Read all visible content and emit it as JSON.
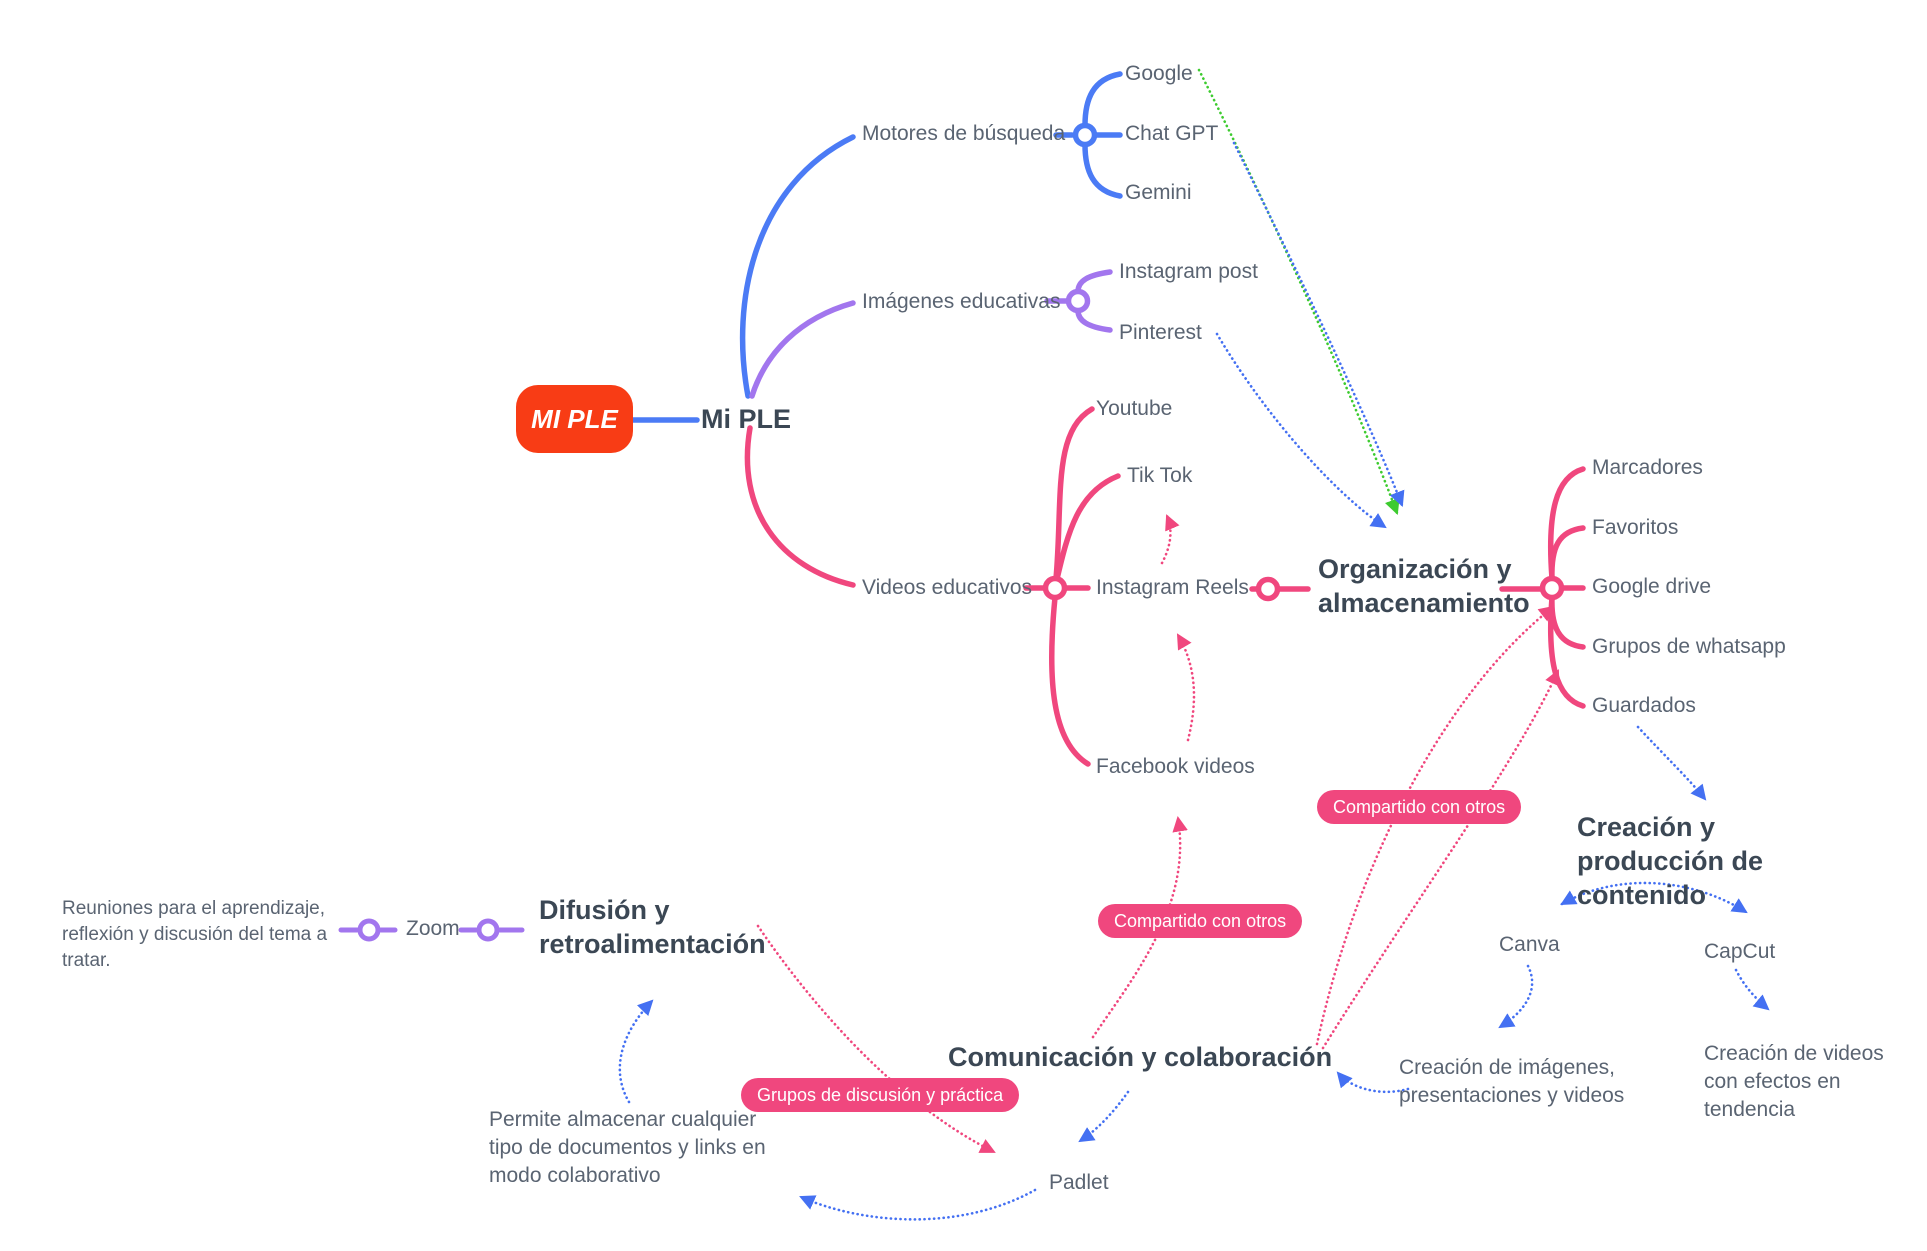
{
  "root": {
    "box_label": "MI PLE",
    "node_label": "Mi PLE"
  },
  "colors": {
    "root_bg": "#f83c15",
    "branch_blue": "#4b7bf5",
    "branch_purple": "#a276ee",
    "branch_pink": "#f0477e",
    "arrow_blue": "#4470f2",
    "arrow_green": "#3dcb2f",
    "heading_text": "#3b4754",
    "label_text": "#5a6472",
    "badge_bg": "#f0477e"
  },
  "nodes": {
    "motores": {
      "label": "Motores de búsqueda"
    },
    "google": {
      "label": "Google"
    },
    "chatgpt": {
      "label": "Chat GPT"
    },
    "gemini": {
      "label": "Gemini"
    },
    "imagenes": {
      "label": "Imágenes educativas"
    },
    "instagram_post": {
      "label": "Instagram post"
    },
    "pinterest": {
      "label": "Pinterest"
    },
    "videos": {
      "label": "Videos educativos"
    },
    "youtube": {
      "label": "Youtube"
    },
    "tiktok": {
      "label": "Tik Tok"
    },
    "instagram_reels": {
      "label": "Instagram Reels"
    },
    "facebook_videos": {
      "label": "Facebook videos"
    },
    "organizacion": {
      "label": "Organización y almacenamiento"
    },
    "marcadores": {
      "label": "Marcadores"
    },
    "favoritos": {
      "label": "Favoritos"
    },
    "google_drive": {
      "label": "Google drive"
    },
    "grupos_whatsapp": {
      "label": "Grupos de whatsapp"
    },
    "guardados": {
      "label": "Guardados"
    },
    "difusion": {
      "label": "Difusión y retroalimentación"
    },
    "zoom": {
      "label": "Zoom"
    },
    "zoom_note": {
      "text": "Reuniones para el aprendizaje, reflexión y discusión del tema a tratar."
    },
    "comunicacion": {
      "label": "Comunicación y colaboración"
    },
    "padlet": {
      "label": "Padlet"
    },
    "padlet_note": {
      "text": "Permite almacenar cualquier tipo de documentos y links en modo colaborativo"
    },
    "creacion": {
      "label": "Creación y producción de contenido"
    },
    "canva": {
      "label": "Canva"
    },
    "capcut": {
      "label": "CapCut"
    },
    "canva_note": {
      "text": "Creación de imágenes, presentaciones y videos"
    },
    "capcut_note": {
      "text": "Creación de videos con efectos en tendencia"
    }
  },
  "badges": {
    "compartido_1": {
      "label": "Compartido con otros"
    },
    "compartido_2": {
      "label": "Compartido con otros"
    },
    "grupos_discusion": {
      "label": "Grupos de discusión y práctica"
    }
  }
}
